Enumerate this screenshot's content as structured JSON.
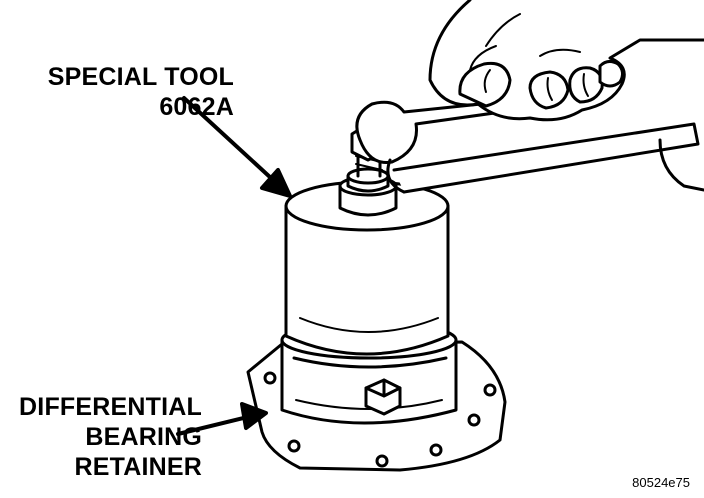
{
  "labels": {
    "special_tool": [
      "SPECIAL TOOL",
      "6062A"
    ],
    "retainer": [
      "DIFFERENTIAL",
      "BEARING",
      "RETAINER"
    ]
  },
  "figure_ref": "80524e75"
}
